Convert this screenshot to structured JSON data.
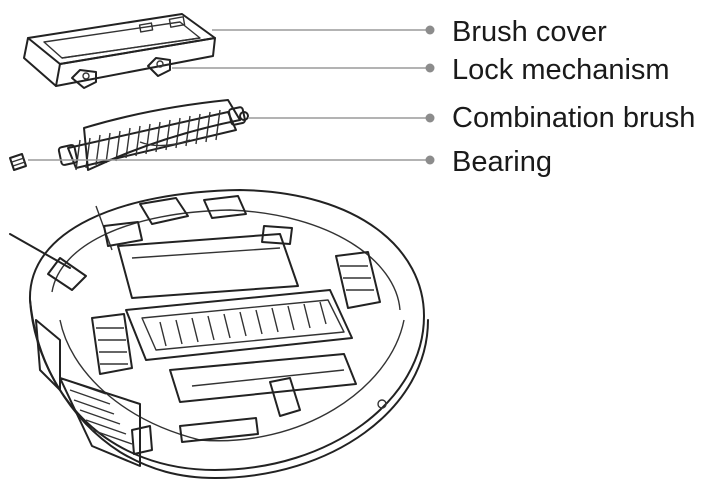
{
  "labels": {
    "brush_cover": "Brush cover",
    "lock_mechanism": "Lock mechanism",
    "combination_brush": "Combination brush",
    "bearing": "Bearing"
  },
  "colors": {
    "line": "#222222",
    "leader": "#9a9a9a",
    "text": "#1a1a1a"
  }
}
